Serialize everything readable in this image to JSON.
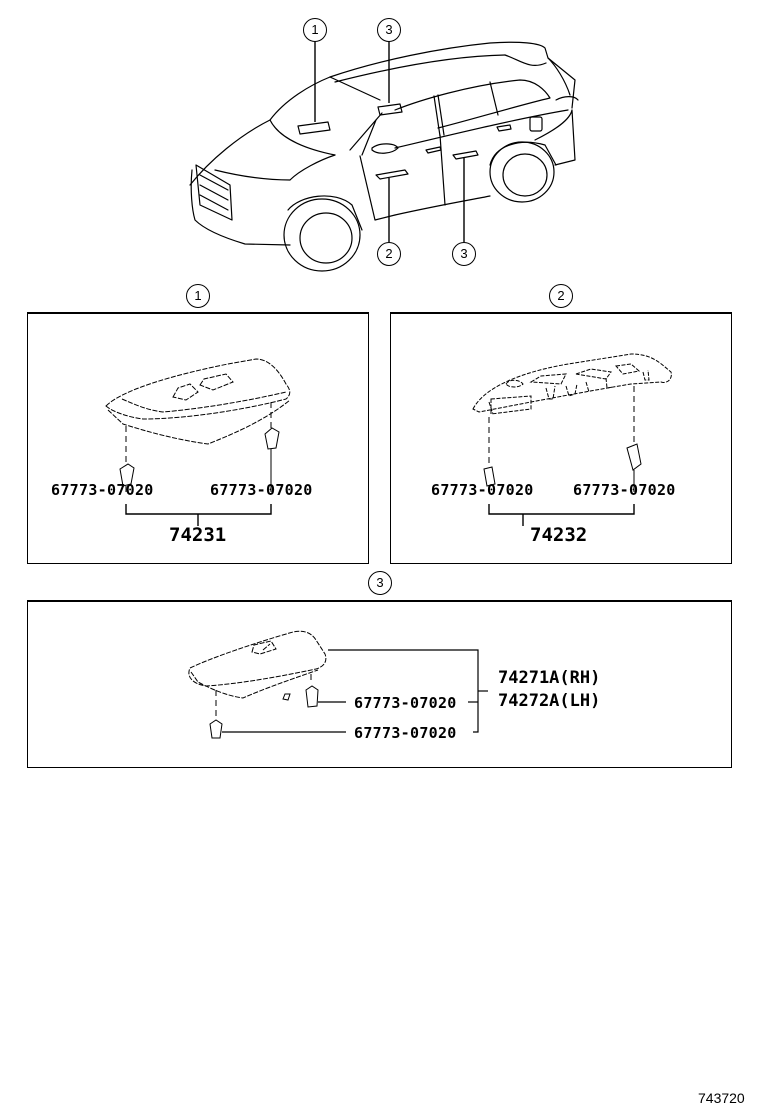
{
  "diagram": {
    "illustration_number": "743720",
    "overview": {
      "callouts": [
        {
          "id": "1",
          "label": "1",
          "location": "front windshield area / driver door switch"
        },
        {
          "id": "3",
          "label": "3",
          "location": "roof / front passenger"
        },
        {
          "id": "2",
          "label": "2",
          "location": "front door handle area"
        },
        {
          "id": "3b",
          "label": "3",
          "location": "rear door handle area"
        }
      ]
    },
    "panels": [
      {
        "callout": "1",
        "sub_parts": [
          "67773-07020",
          "67773-07020"
        ],
        "assembly_part": "74231"
      },
      {
        "callout": "2",
        "sub_parts": [
          "67773-07020",
          "67773-07020"
        ],
        "assembly_part": "74232"
      },
      {
        "callout": "3",
        "sub_parts": [
          "67773-07020",
          "67773-07020"
        ],
        "assembly_parts": [
          "74271A(RH)",
          "74272A(LH)"
        ]
      }
    ]
  }
}
